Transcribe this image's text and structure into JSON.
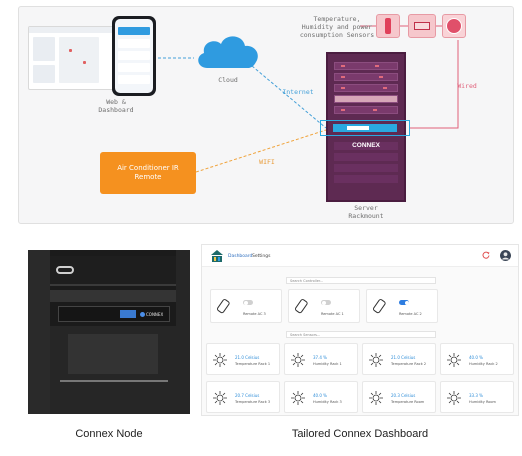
{
  "diagram": {
    "labels": {
      "web_dashboard": "Web &\nDashboard",
      "cloud": "Cloud",
      "internet": "Internet",
      "sensors": "Temperature,\nHumidity and power\nconsumption Sensors",
      "wired": "Wired",
      "connex": "CONNEX",
      "ac_remote": "Air Conditioner IR\nRemote",
      "wifi": "WIFI",
      "rack": "Server\nRackmount"
    },
    "colors": {
      "cloud": "#2f9be0",
      "internet_line": "#44a0d8",
      "wifi_line": "#f0a33b",
      "wired_line": "#e0607a",
      "rack": "#5e2a52",
      "ac_box": "#f5911f"
    }
  },
  "captions": {
    "node": "Connex Node",
    "dashboard": "Tailored Connex Dashboard"
  },
  "node_photo": {
    "unit_brand": "CONNEX"
  },
  "dashboard": {
    "nav": [
      "Dashboard",
      "Settings"
    ],
    "search_controller": "Search Controller...",
    "search_sensors": "Search Sensors...",
    "controllers": [
      {
        "name": "Remote AC 3",
        "on": false
      },
      {
        "name": "Remote AC 1",
        "on": false
      },
      {
        "name": "Remote AC 2",
        "on": true
      }
    ],
    "sensors_row1": [
      {
        "value": "21.0 Celsius",
        "name": "Temperature Rack 1"
      },
      {
        "value": "37.4 %",
        "name": "Humidity Rack 1"
      },
      {
        "value": "21.0 Celsius",
        "name": "Temperature Rack 2"
      },
      {
        "value": "40.0 %",
        "name": "Humidity Rack 2"
      }
    ],
    "sensors_row2": [
      {
        "value": "20.7 Celsius",
        "name": "Temperature Rack 3"
      },
      {
        "value": "40.0 %",
        "name": "Humidity Rack 3"
      },
      {
        "value": "20.3 Celsius",
        "name": "Temperature Room"
      },
      {
        "value": "33.3 %",
        "name": "Humidity Room"
      }
    ]
  }
}
